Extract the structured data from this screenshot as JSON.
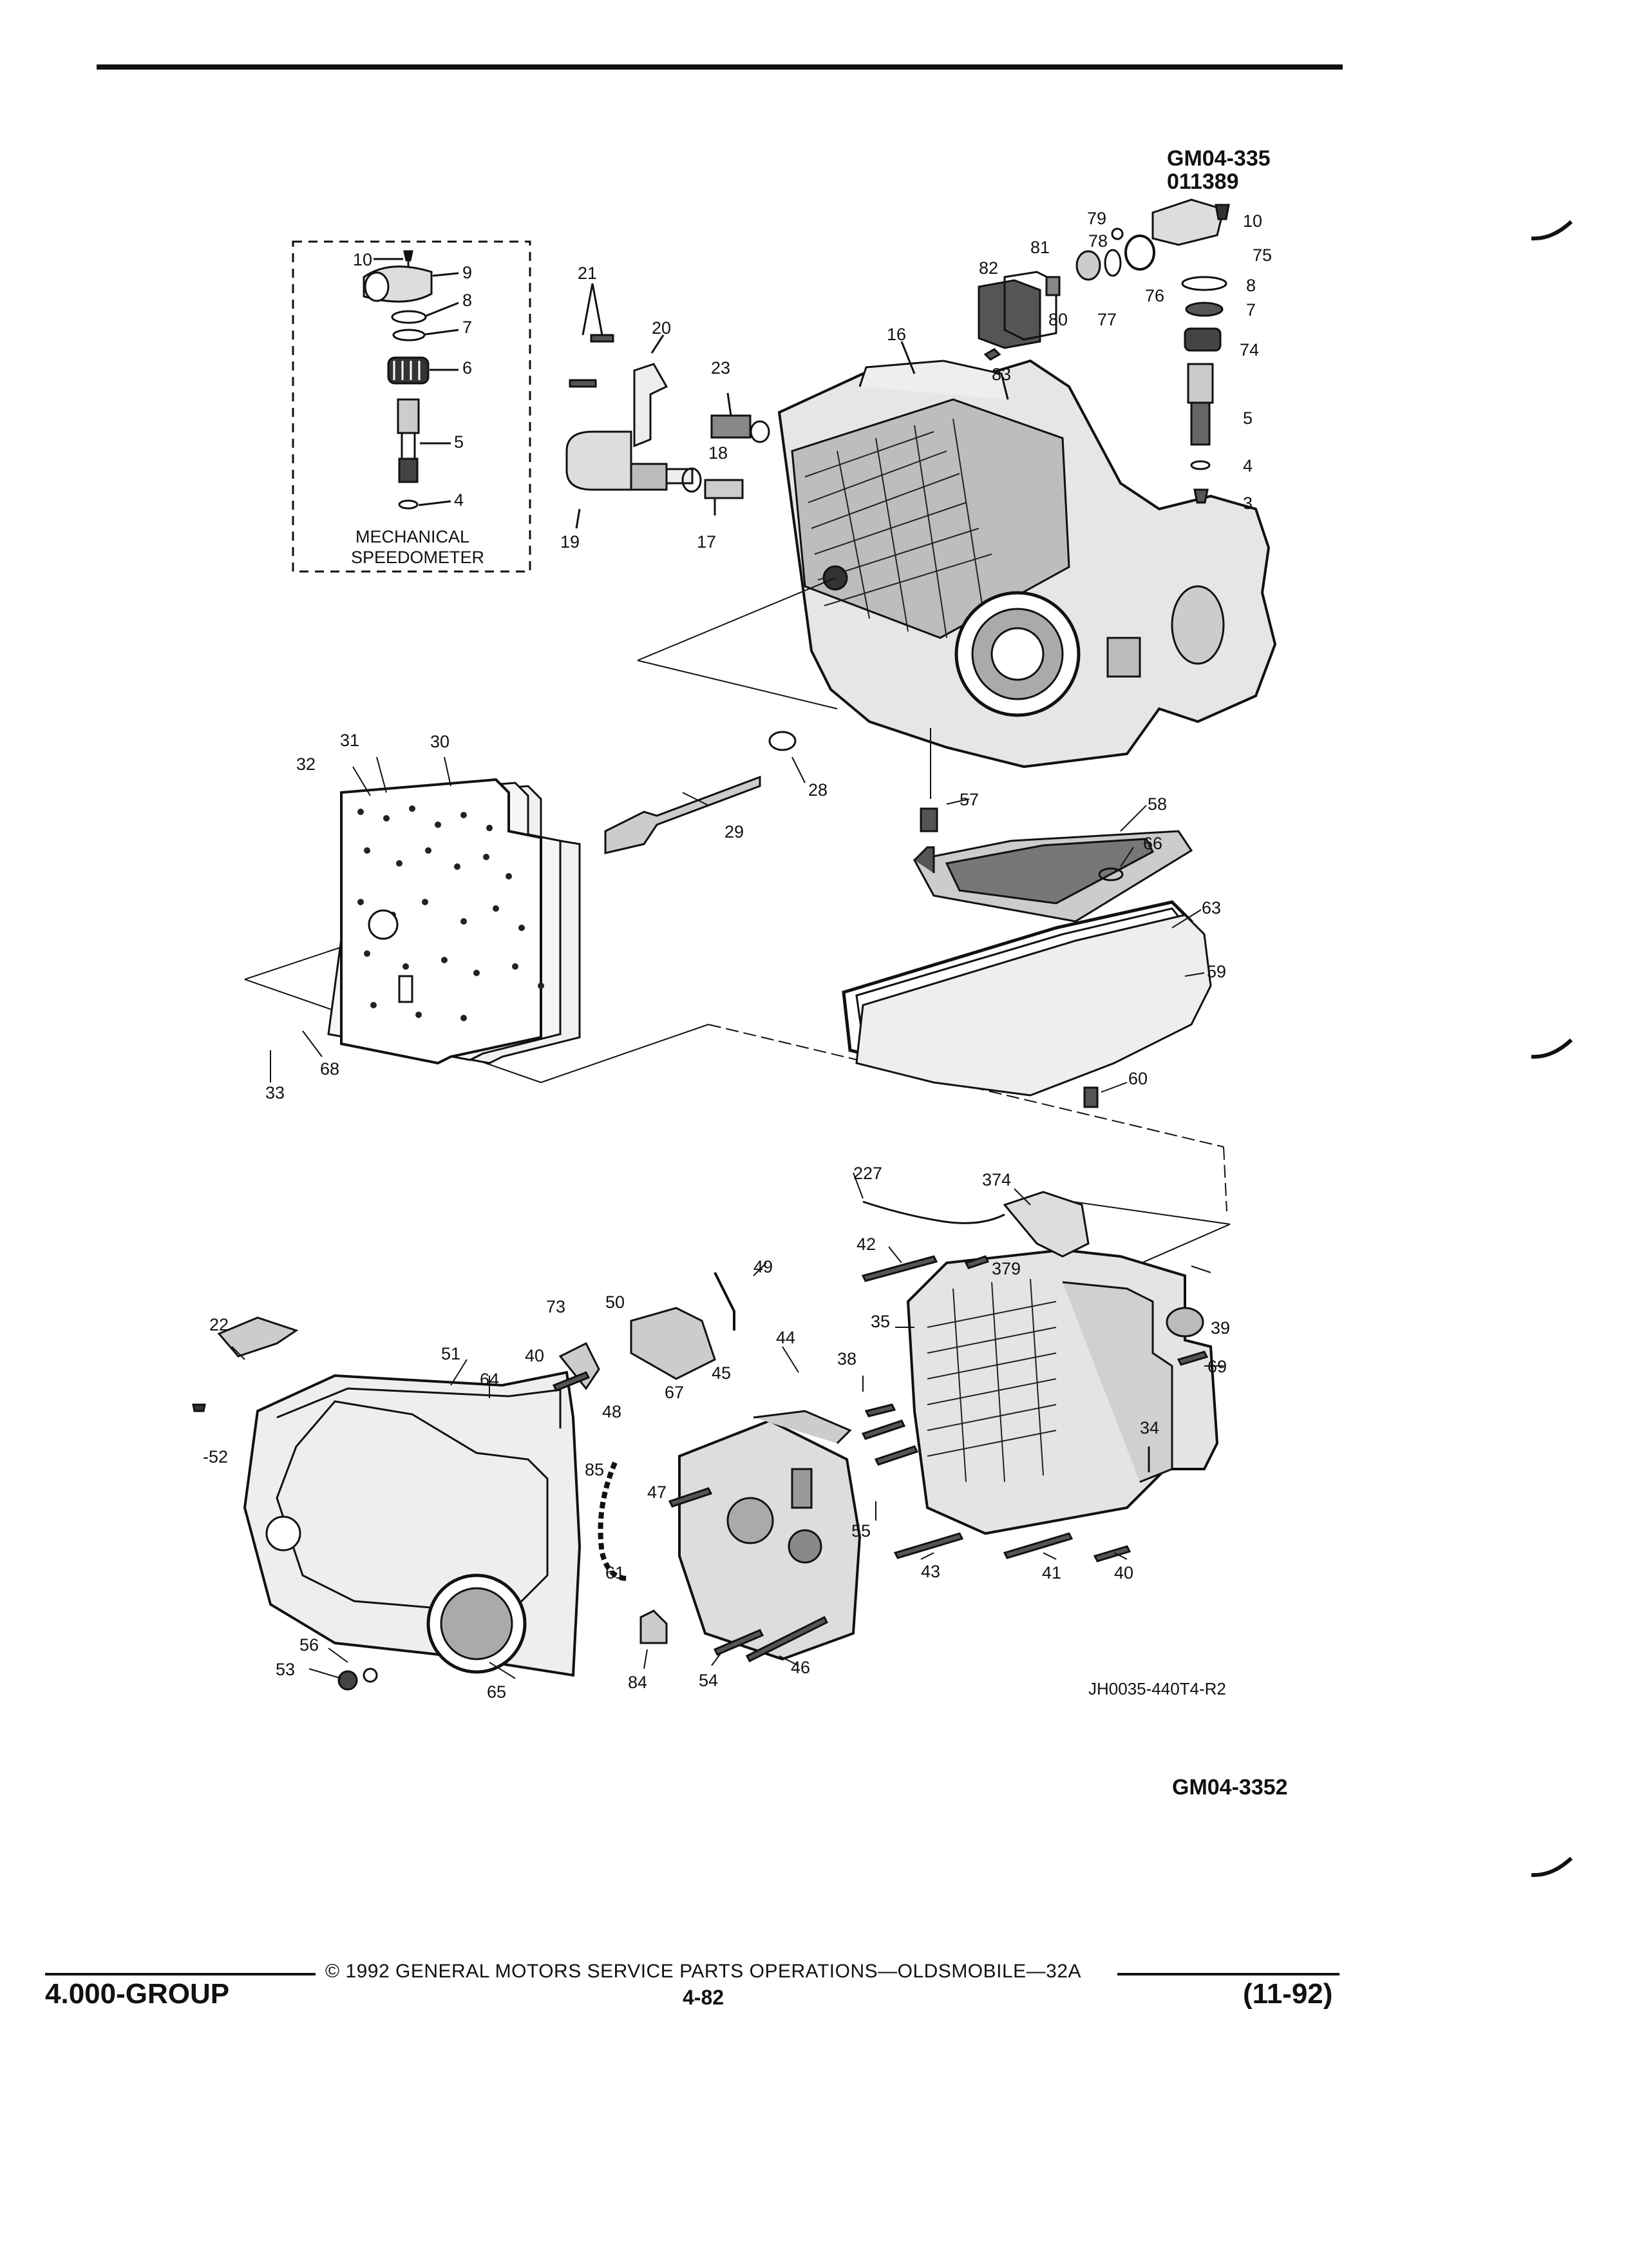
{
  "header": {
    "ref_code": "GM04-335",
    "ref_date": "011389"
  },
  "inset": {
    "label": "MECHANICAL SPEEDOMETER",
    "label_line1": "MECHANICAL",
    "label_line2": "SPEEDOMETER"
  },
  "part_labels": {
    "p10a": "10",
    "p9": "9",
    "p8a": "8",
    "p7a": "7",
    "p6": "6",
    "p5a": "5",
    "p4a": "4",
    "p21": "21",
    "p20": "20",
    "p23": "23",
    "p16": "16",
    "p18": "18",
    "p19": "19",
    "p17": "17",
    "p81": "81",
    "p82": "82",
    "p83": "83",
    "p80": "80",
    "p78": "78",
    "p79": "79",
    "p77": "77",
    "p76": "76",
    "p10b": "10",
    "p75": "75",
    "p8b": "8",
    "p7b": "7",
    "p74": "74",
    "p5b": "5",
    "p4b": "4",
    "p3": "3",
    "p31": "31",
    "p30": "30",
    "p32": "32",
    "p28": "28",
    "p29": "29",
    "p33": "33",
    "p68": "68",
    "p57": "57",
    "p58": "58",
    "p66": "66",
    "p63": "63",
    "p59": "59",
    "p60": "60",
    "p227": "227",
    "p374": "374",
    "p42": "42",
    "p379": "379",
    "p35": "35",
    "p39": "39",
    "p69": "69",
    "p34": "34",
    "p49": "49",
    "p73": "73",
    "p50": "50",
    "p22": "22",
    "p40a": "40",
    "p51": "51",
    "p64": "64",
    "p44": "44",
    "p38": "38",
    "p45": "45",
    "p67": "67",
    "p48": "48",
    "p85": "85",
    "p47": "47",
    "p55": "55",
    "p61": "61",
    "p43": "43",
    "p41": "41",
    "p40b": "40",
    "p52": "-52",
    "p56": "56",
    "p53": "53",
    "p65": "65",
    "p84": "84",
    "p54": "54",
    "p46": "46"
  },
  "figure_code": "JH0035-440T4-R2",
  "figure_ref": "GM04-3352",
  "footer": {
    "copyright": "© 1992 GENERAL MOTORS SERVICE PARTS OPERATIONS—OLDSMOBILE—32A",
    "group": "4.000-GROUP",
    "page": "4-82",
    "date": "(11-92)"
  }
}
